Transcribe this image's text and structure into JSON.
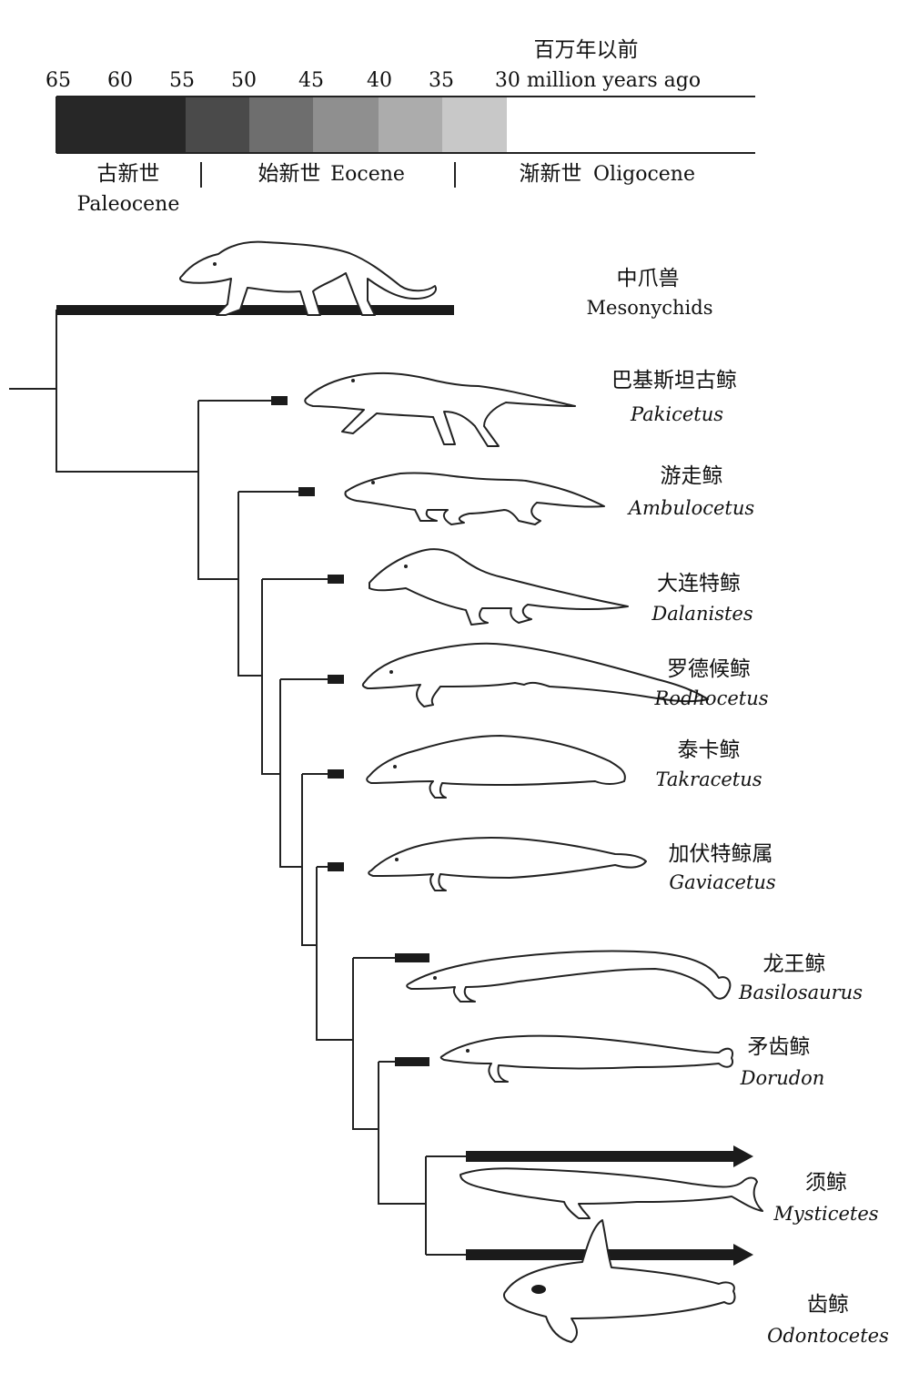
{
  "timescale": {
    "title_cn": "百万年以前",
    "ticks": [
      "65",
      "60",
      "55",
      "50",
      "45",
      "40",
      "35"
    ],
    "last_tick": "30 million years ago",
    "shade_colors": [
      "#272727",
      "#4a4a4a",
      "#6e6e6e",
      "#8f8f8f",
      "#acacac",
      "#c8c8c8"
    ]
  },
  "epochs": [
    {
      "cn": "古新世",
      "en": "Paleocene"
    },
    {
      "cn": "始新世",
      "en": "Eocene"
    },
    {
      "cn": "渐新世",
      "en": "Oligocene"
    }
  ],
  "taxa": [
    {
      "cn": "中爪兽",
      "latin": "Mesonychids",
      "icon": "mesonychid-icon"
    },
    {
      "cn": "巴基斯坦古鲸",
      "latin": "Pakicetus",
      "icon": "pakicetus-icon"
    },
    {
      "cn": "游走鲸",
      "latin": "Ambulocetus",
      "icon": "ambulocetus-icon"
    },
    {
      "cn": "大连特鲸",
      "latin": "Dalanistes",
      "icon": "dalanistes-icon"
    },
    {
      "cn": "罗德候鲸",
      "latin": "Rodhocetus",
      "icon": "rodhocetus-icon"
    },
    {
      "cn": "泰卡鲸",
      "latin": "Takracetus",
      "icon": "takracetus-icon"
    },
    {
      "cn": "加伏特鲸属",
      "latin": "Gaviacetus",
      "icon": "gaviacetus-icon"
    },
    {
      "cn": "龙王鲸",
      "latin": "Basilosaurus",
      "icon": "basilosaurus-icon"
    },
    {
      "cn": "矛齿鲸",
      "latin": "Dorudon",
      "icon": "dorudon-icon"
    },
    {
      "cn": "须鲸",
      "latin": "Mysticetes",
      "icon": "baleen-whale-icon"
    },
    {
      "cn": "齿鲸",
      "latin": "Odontocetes",
      "icon": "orca-icon"
    }
  ]
}
